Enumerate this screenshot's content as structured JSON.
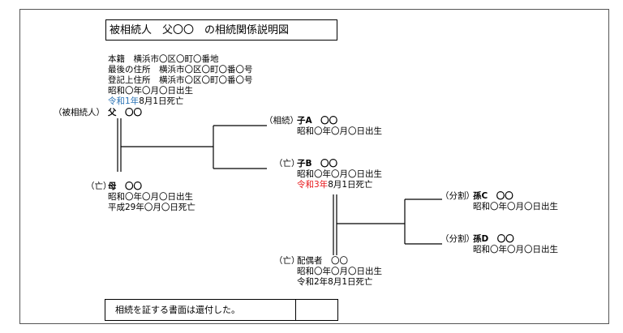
{
  "title": "被相続人　父〇〇　の相続関係説明図",
  "deceased": {
    "honseki": "本籍　横浜市〇区〇町〇番地",
    "last_address": "最後の住所　横浜市〇区〇町〇番〇号",
    "registered_address": "登記上住所　横浜市〇区〇町〇番〇号",
    "birth": "昭和〇年〇月〇日出生",
    "death_era": "令和1年",
    "death_rest": "8月1日死亡",
    "role": "（被相続人）",
    "name": "父　〇〇"
  },
  "mother": {
    "role": "（亡）",
    "name": "母　〇〇",
    "birth": "昭和〇年〇月〇日出生",
    "death": "平成29年〇月〇日死亡"
  },
  "child_a": {
    "role": "（相続）",
    "name": "子A　〇〇",
    "birth": "昭和〇年〇月〇日出生"
  },
  "child_b": {
    "role": "（亡）",
    "name": "子B　〇〇",
    "birth": "昭和〇年〇月〇日出生",
    "death_era": "令和3年",
    "death_rest": "8月1日死亡"
  },
  "spouse": {
    "role": "（亡）",
    "name": "配偶者　〇〇",
    "birth": "昭和〇年〇月〇日出生",
    "death": "令和2年8月1日死亡"
  },
  "grandchild_c": {
    "role": "（分割）",
    "name": "孫C　〇〇",
    "birth": "昭和〇年〇月〇日出生"
  },
  "grandchild_d": {
    "role": "（分割）",
    "name": "孫D　〇〇",
    "birth": "昭和〇年〇月〇日出生"
  },
  "note": "相続を証する書面は還付した。",
  "colors": {
    "blue": "#2e75b6",
    "red": "#e8191c"
  }
}
